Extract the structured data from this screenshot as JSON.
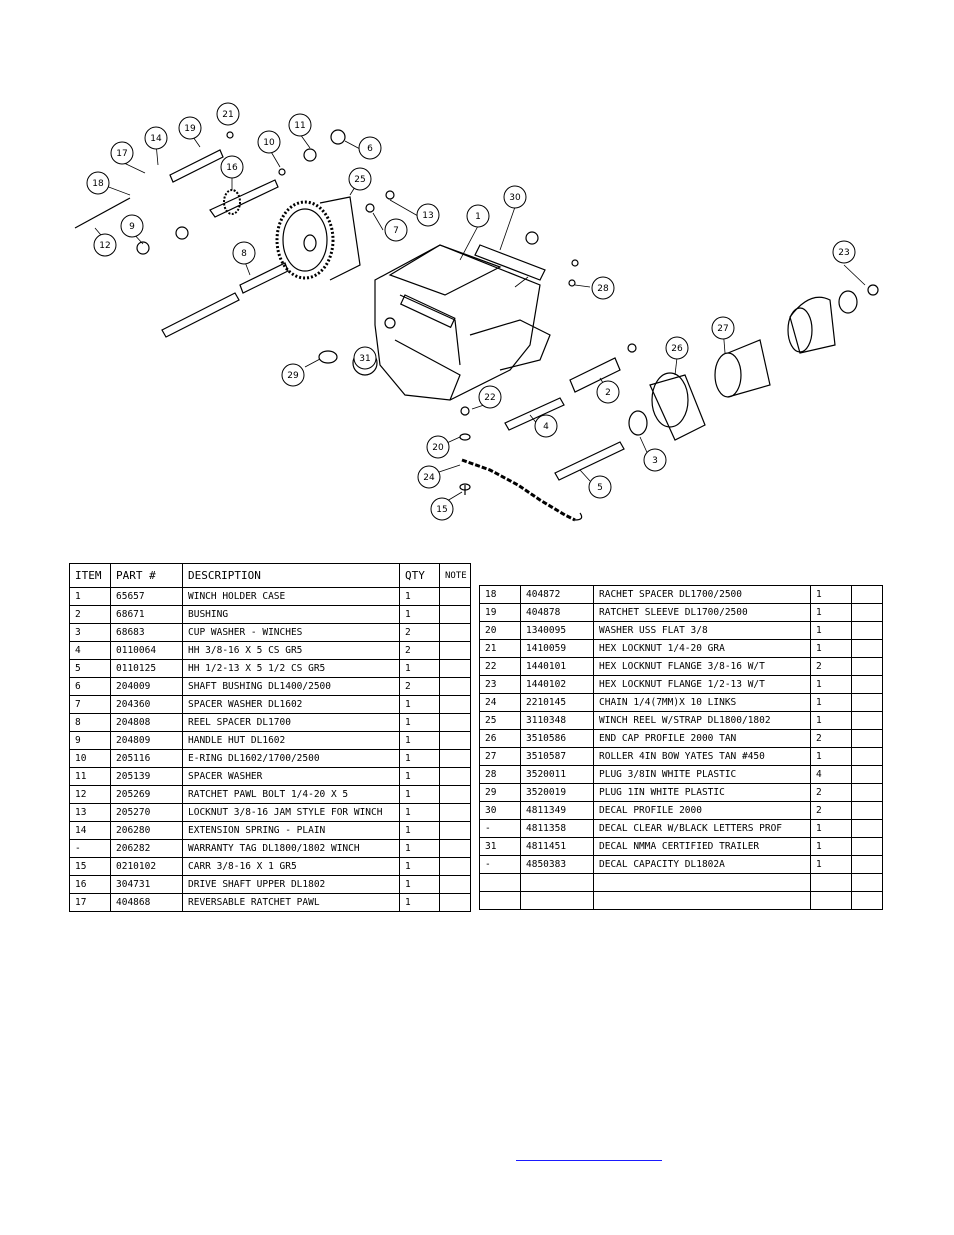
{
  "diagram": {
    "callouts": [
      "1",
      "2",
      "3",
      "4",
      "5",
      "6",
      "7",
      "8",
      "9",
      "10",
      "11",
      "12",
      "13",
      "14",
      "15",
      "16",
      "17",
      "18",
      "19",
      "20",
      "21",
      "22",
      "23",
      "24",
      "25",
      "26",
      "27",
      "28",
      "29",
      "30",
      "31"
    ]
  },
  "table_left": {
    "headers": {
      "item": "ITEM",
      "part": "PART #",
      "description": "DESCRIPTION",
      "qty": "QTY",
      "note": "NOTE"
    },
    "rows": [
      {
        "item": "1",
        "part": "65657",
        "description": "WINCH HOLDER CASE",
        "qty": "1",
        "note": ""
      },
      {
        "item": "2",
        "part": "68671",
        "description": "BUSHING",
        "qty": "1",
        "note": ""
      },
      {
        "item": "3",
        "part": "68683",
        "description": "CUP WASHER - WINCHES",
        "qty": "2",
        "note": ""
      },
      {
        "item": "4",
        "part": "0110064",
        "description": "HH 3/8-16 X 5 CS GR5",
        "qty": "2",
        "note": ""
      },
      {
        "item": "5",
        "part": "0110125",
        "description": "HH 1/2-13 X 5 1/2 CS GR5",
        "qty": "1",
        "note": ""
      },
      {
        "item": "6",
        "part": "204009",
        "description": "SHAFT BUSHING  DL1400/2500",
        "qty": "2",
        "note": ""
      },
      {
        "item": "7",
        "part": "204360",
        "description": "SPACER WASHER  DL1602",
        "qty": "1",
        "note": ""
      },
      {
        "item": "8",
        "part": "204808",
        "description": "REEL SPACER  DL1700",
        "qty": "1",
        "note": ""
      },
      {
        "item": "9",
        "part": "204809",
        "description": "HANDLE HUT  DL1602",
        "qty": "1",
        "note": ""
      },
      {
        "item": "10",
        "part": "205116",
        "description": "E-RING DL1602/1700/2500",
        "qty": "1",
        "note": ""
      },
      {
        "item": "11",
        "part": "205139",
        "description": "SPACER WASHER",
        "qty": "1",
        "note": ""
      },
      {
        "item": "12",
        "part": "205269",
        "description": "RATCHET PAWL BOLT 1/4-20 X 5",
        "qty": "1",
        "note": ""
      },
      {
        "item": "13",
        "part": "205270",
        "description": "LOCKNUT 3/8-16 JAM STYLE FOR WINCH",
        "qty": "1",
        "note": ""
      },
      {
        "item": "14",
        "part": "206280",
        "description": "EXTENSION SPRING - PLAIN",
        "qty": "1",
        "note": ""
      },
      {
        "item": "-",
        "part": "206282",
        "description": "WARRANTY TAG DL1800/1802 WINCH",
        "qty": "1",
        "note": ""
      },
      {
        "item": "15",
        "part": "0210102",
        "description": "CARR 3/8-16 X 1 GR5",
        "qty": "1",
        "note": ""
      },
      {
        "item": "16",
        "part": "304731",
        "description": "DRIVE SHAFT UPPER  DL1802",
        "qty": "1",
        "note": ""
      },
      {
        "item": "17",
        "part": "404868",
        "description": "REVERSABLE RATCHET PAWL",
        "qty": "1",
        "note": ""
      }
    ]
  },
  "table_right": {
    "rows": [
      {
        "item": "18",
        "part": "404872",
        "description": "RACHET SPACER  DL1700/2500",
        "qty": "1",
        "note": ""
      },
      {
        "item": "19",
        "part": "404878",
        "description": "RATCHET SLEEVE  DL1700/2500",
        "qty": "1",
        "note": ""
      },
      {
        "item": "20",
        "part": "1340095",
        "description": "WASHER USS FLAT 3/8",
        "qty": "1",
        "note": ""
      },
      {
        "item": "21",
        "part": "1410059",
        "description": "HEX LOCKNUT 1/4-20 GRA",
        "qty": "1",
        "note": ""
      },
      {
        "item": "22",
        "part": "1440101",
        "description": "HEX LOCKNUT FLANGE 3/8-16 W/T",
        "qty": "2",
        "note": ""
      },
      {
        "item": "23",
        "part": "1440102",
        "description": "HEX LOCKNUT FLANGE 1/2-13 W/T",
        "qty": "1",
        "note": ""
      },
      {
        "item": "24",
        "part": "2210145",
        "description": "CHAIN 1/4(7MM)X 10 LINKS",
        "qty": "1",
        "note": ""
      },
      {
        "item": "25",
        "part": "3110348",
        "description": "WINCH REEL W/STRAP  DL1800/1802",
        "qty": "1",
        "note": ""
      },
      {
        "item": "26",
        "part": "3510586",
        "description": "END CAP PROFILE 2000 TAN",
        "qty": "2",
        "note": ""
      },
      {
        "item": "27",
        "part": "3510587",
        "description": "ROLLER 4IN BOW YATES TAN #450",
        "qty": "1",
        "note": ""
      },
      {
        "item": "28",
        "part": "3520011",
        "description": "PLUG  3/8IN WHITE PLASTIC",
        "qty": "4",
        "note": ""
      },
      {
        "item": "29",
        "part": "3520019",
        "description": "PLUG  1IN WHITE PLASTIC",
        "qty": "2",
        "note": ""
      },
      {
        "item": "30",
        "part": "4811349",
        "description": "DECAL PROFILE 2000",
        "qty": "2",
        "note": ""
      },
      {
        "item": "-",
        "part": "4811358",
        "description": "DECAL CLEAR W/BLACK LETTERS PROF",
        "qty": "1",
        "note": ""
      },
      {
        "item": "31",
        "part": "4811451",
        "description": "DECAL NMMA CERTIFIED TRAILER",
        "qty": "1",
        "note": ""
      },
      {
        "item": "-",
        "part": "4850383",
        "description": "DECAL CAPACITY DL1802A",
        "qty": "1",
        "note": ""
      },
      {
        "item": "",
        "part": "",
        "description": "",
        "qty": "",
        "note": ""
      },
      {
        "item": "",
        "part": "",
        "description": "",
        "qty": "",
        "note": ""
      }
    ]
  },
  "colors": {
    "line": "#000000",
    "link": "#1a1aff"
  }
}
